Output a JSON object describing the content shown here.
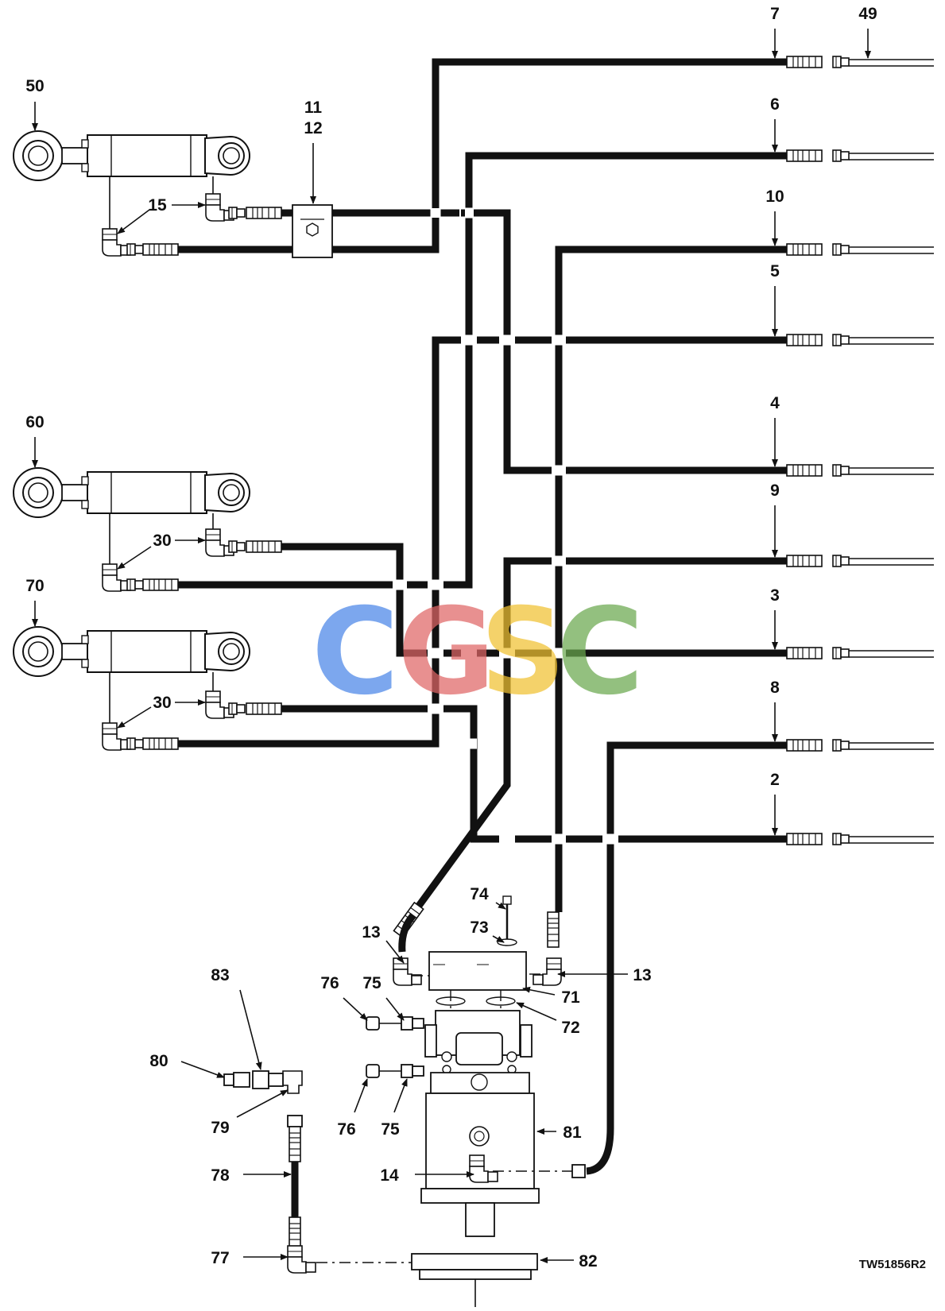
{
  "callouts": {
    "c2": "2",
    "c3": "3",
    "c4": "4",
    "c5": "5",
    "c6": "6",
    "c7": "7",
    "c8": "8",
    "c9": "9",
    "c10": "10",
    "c11": "11",
    "c12": "12",
    "c13a": "13",
    "c13b": "13",
    "c14": "14",
    "c15": "15",
    "c30a": "30",
    "c30b": "30",
    "c49": "49",
    "c50": "50",
    "c60": "60",
    "c70": "70",
    "c71": "71",
    "c72": "72",
    "c73": "73",
    "c74": "74",
    "c75a": "75",
    "c75b": "75",
    "c76a": "76",
    "c76b": "76",
    "c77": "77",
    "c78": "78",
    "c79": "79",
    "c80": "80",
    "c81": "81",
    "c82": "82",
    "c83": "83"
  },
  "figure_id": "TW51856R2",
  "watermark": {
    "letters": [
      "C",
      "G",
      "S",
      "C"
    ],
    "colors": [
      "#4a86e8",
      "#e06666",
      "#f1c232",
      "#6aa84f"
    ]
  }
}
